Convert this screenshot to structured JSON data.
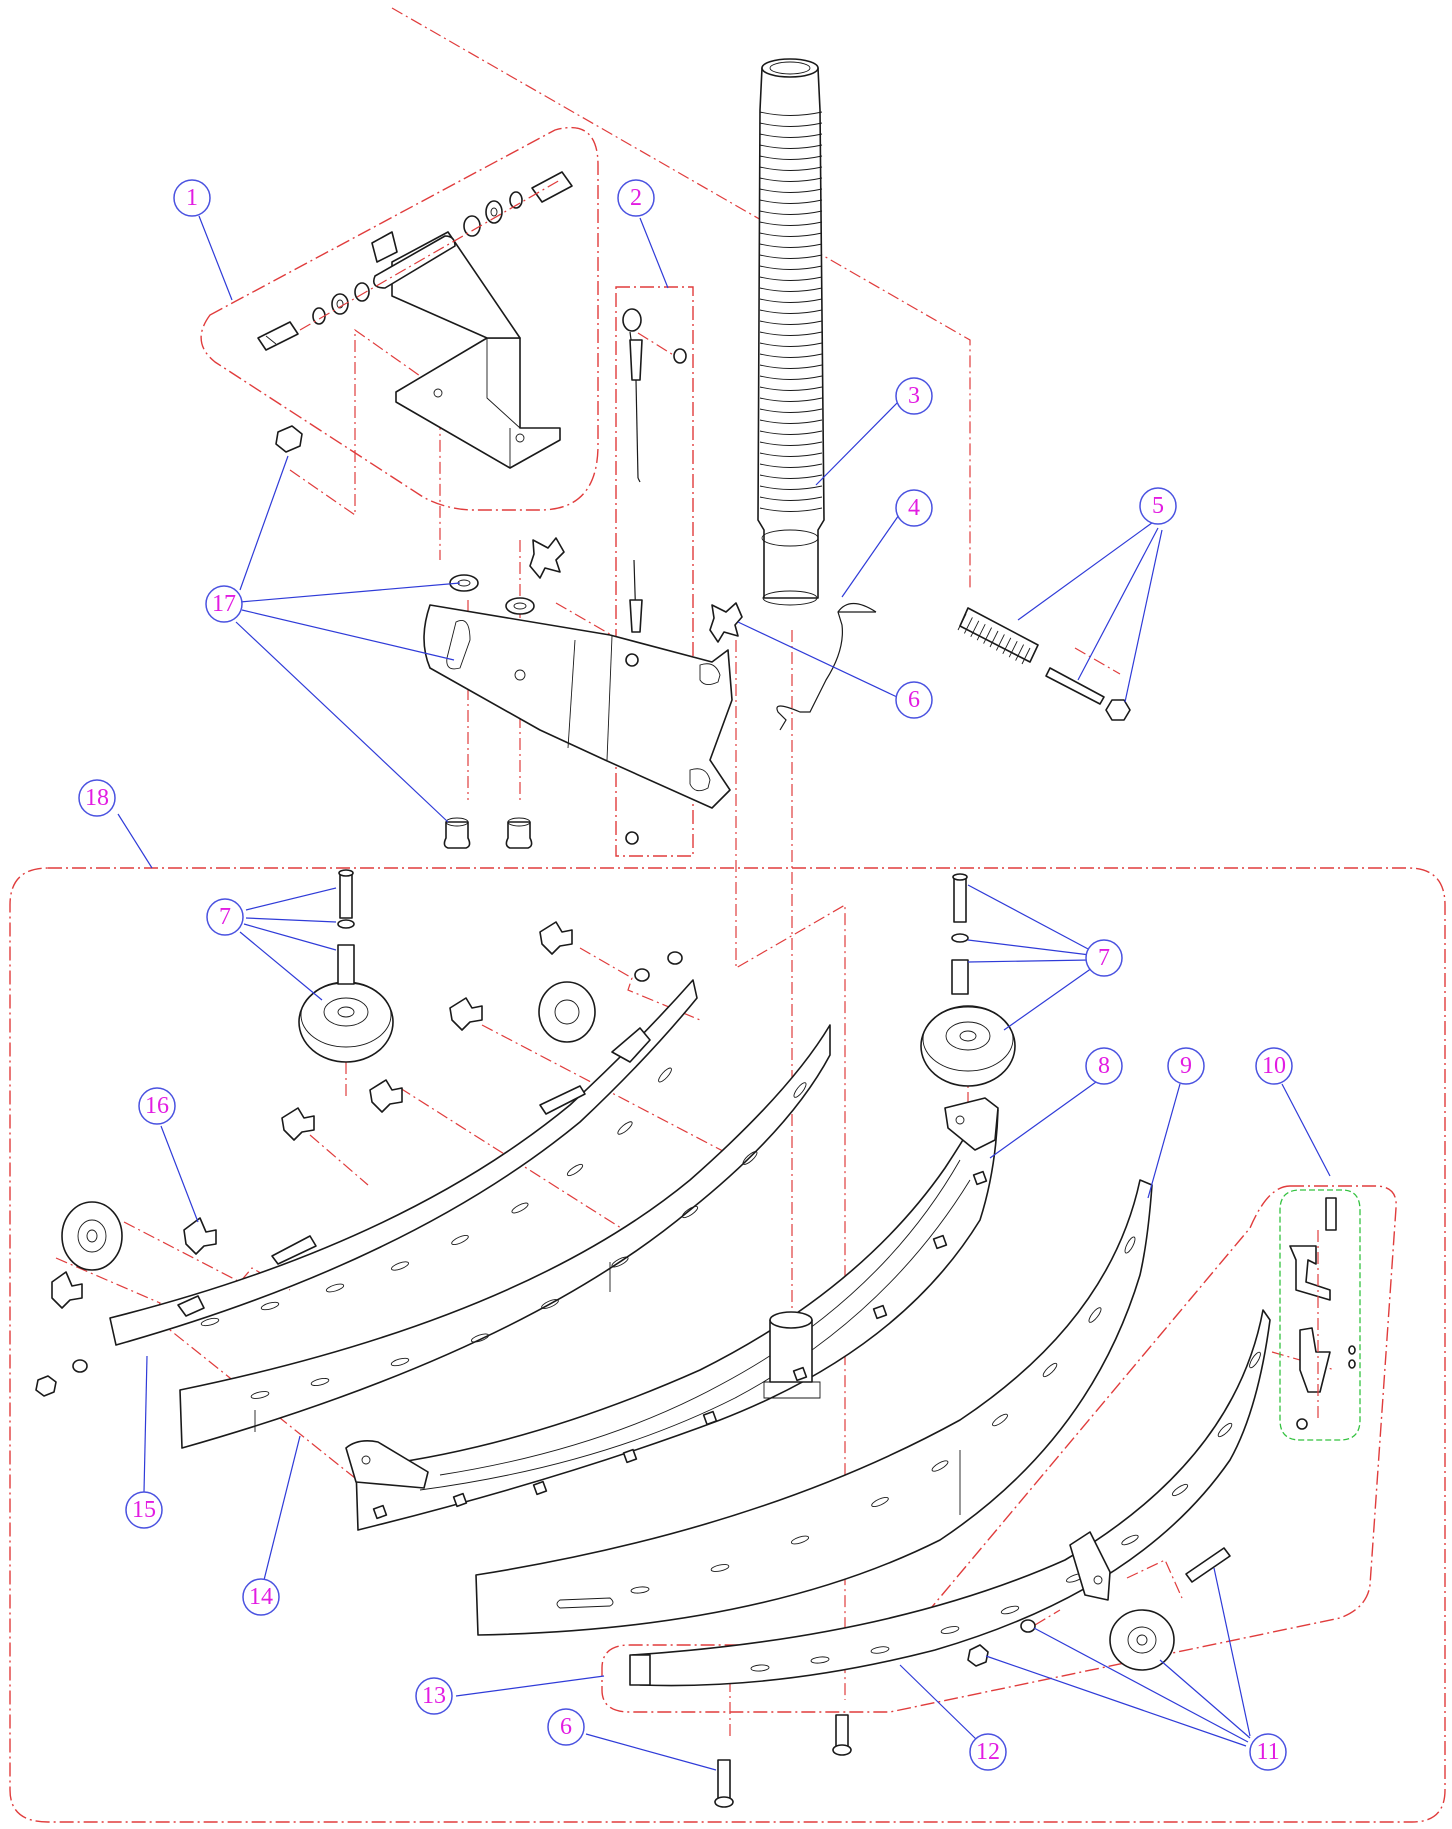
{
  "colors": {
    "boundary": "#e03c3c",
    "callout_ring": "#4a52e0",
    "callout_text": "#e21ce2",
    "leader": "#2f3bd8",
    "group_highlight": "#33c23f",
    "linework": "#1a1a1a"
  },
  "callouts": [
    {
      "id": "c1",
      "label": "1"
    },
    {
      "id": "c2",
      "label": "2"
    },
    {
      "id": "c3",
      "label": "3"
    },
    {
      "id": "c4",
      "label": "4"
    },
    {
      "id": "c5",
      "label": "5"
    },
    {
      "id": "c6a",
      "label": "6"
    },
    {
      "id": "c17",
      "label": "17"
    },
    {
      "id": "c18",
      "label": "18"
    },
    {
      "id": "c7a",
      "label": "7"
    },
    {
      "id": "c7b",
      "label": "7"
    },
    {
      "id": "c8",
      "label": "8"
    },
    {
      "id": "c9",
      "label": "9"
    },
    {
      "id": "c10",
      "label": "10"
    },
    {
      "id": "c16",
      "label": "16"
    },
    {
      "id": "c15",
      "label": "15"
    },
    {
      "id": "c14",
      "label": "14"
    },
    {
      "id": "c13",
      "label": "13"
    },
    {
      "id": "c6b",
      "label": "6"
    },
    {
      "id": "c12",
      "label": "12"
    },
    {
      "id": "c11",
      "label": "11"
    }
  ]
}
